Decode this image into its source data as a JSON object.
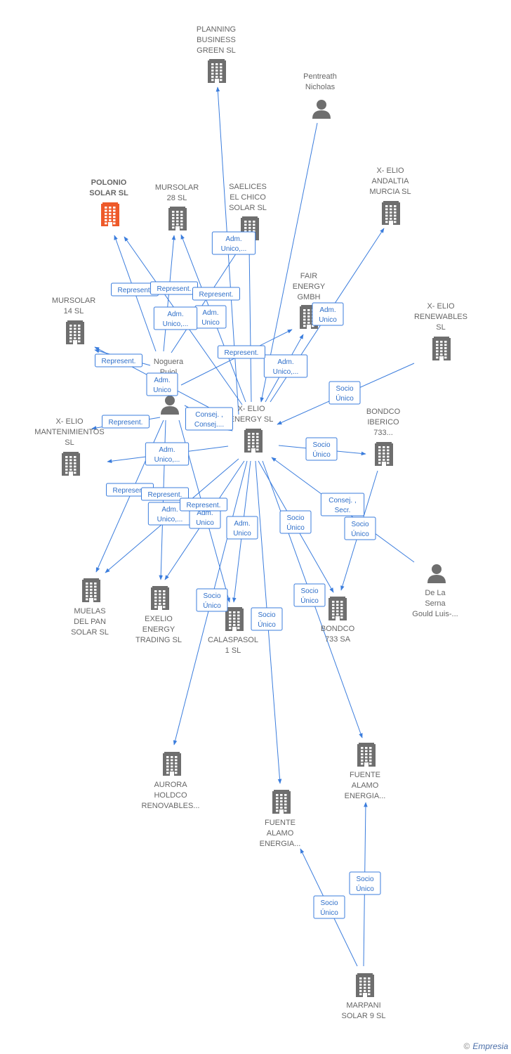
{
  "colors": {
    "edge": "#3b7ddd",
    "company": "#6e6e6e",
    "highlight": "#ee5a2a",
    "label": "#666666"
  },
  "brand": {
    "copyright": "©",
    "name": "Empresia"
  },
  "nodes": [
    {
      "id": "planning",
      "type": "company",
      "lines": [
        "PLANNING",
        "BUSINESS",
        "GREEN  SL"
      ]
    },
    {
      "id": "pentreath",
      "type": "person",
      "lines": [
        "Pentreath",
        "Nicholas"
      ]
    },
    {
      "id": "polonio",
      "type": "company",
      "highlight": true,
      "lines": [
        "POLONIO",
        "SOLAR  SL"
      ]
    },
    {
      "id": "mursolar28",
      "type": "company",
      "lines": [
        "MURSOLAR",
        "28 SL"
      ]
    },
    {
      "id": "saelices",
      "type": "company",
      "lines": [
        "SAELICES",
        "EL CHICO",
        "SOLAR SL"
      ]
    },
    {
      "id": "xelio_murcia",
      "type": "company",
      "lines": [
        "X- ELIO",
        "ANDALTIA",
        "MURCIA  SL"
      ]
    },
    {
      "id": "fair",
      "type": "company",
      "lines": [
        "FAIR",
        "ENERGY",
        "GMBH"
      ]
    },
    {
      "id": "mursolar14",
      "type": "company",
      "lines": [
        "MURSOLAR",
        "14 SL"
      ]
    },
    {
      "id": "xelio_renew",
      "type": "company",
      "lines": [
        "X- ELIO",
        "RENEWABLES",
        "SL"
      ]
    },
    {
      "id": "noguera",
      "type": "person",
      "lines": [
        "Noguera",
        "Pujol",
        "Luis"
      ]
    },
    {
      "id": "xelio_energy",
      "type": "company",
      "lines": [
        "X- ELIO",
        "ENERGY  SL"
      ]
    },
    {
      "id": "bondco_iberico",
      "type": "company",
      "lines": [
        "BONDCO",
        "IBERICO",
        "733..."
      ]
    },
    {
      "id": "xelio_mant",
      "type": "company",
      "lines": [
        "X- ELIO",
        "MANTENIMIENTOS",
        "SL"
      ]
    },
    {
      "id": "delaserna",
      "type": "person",
      "lines": [
        "De La",
        "Serna",
        "Gould Luis-..."
      ]
    },
    {
      "id": "muelas",
      "type": "company",
      "lines": [
        "MUELAS",
        "DEL PAN",
        "SOLAR SL"
      ]
    },
    {
      "id": "exelio",
      "type": "company",
      "lines": [
        "EXELIO",
        "ENERGY",
        "TRADING  SL"
      ]
    },
    {
      "id": "calaspasol",
      "type": "company",
      "lines": [
        "CALASPASOL",
        "1  SL"
      ]
    },
    {
      "id": "bondco733",
      "type": "company",
      "lines": [
        "BONDCO",
        "733 SA"
      ]
    },
    {
      "id": "aurora",
      "type": "company",
      "lines": [
        "AURORA",
        "HOLDCO",
        "RENOVABLES..."
      ]
    },
    {
      "id": "fuente_right",
      "type": "company",
      "lines": [
        "FUENTE",
        "ALAMO",
        "ENERGIA..."
      ]
    },
    {
      "id": "fuente_mid",
      "type": "company",
      "lines": [
        "FUENTE",
        "ALAMO",
        "ENERGIA..."
      ]
    },
    {
      "id": "marpani",
      "type": "company",
      "lines": [
        "MARPANI",
        "SOLAR 9  SL"
      ]
    }
  ],
  "edges": [
    {
      "from": "xelio_energy",
      "to": "planning",
      "label": []
    },
    {
      "from": "pentreath",
      "to": "xelio_energy",
      "label": [
        "Consejero"
      ]
    },
    {
      "from": "xelio_energy",
      "to": "xelio_murcia",
      "label": [
        "Adm.",
        "Unico"
      ]
    },
    {
      "from": "xelio_energy",
      "to": "fair",
      "label": [
        "Adm.",
        "Unico,..."
      ]
    },
    {
      "from": "xelio_energy",
      "to": "saelices",
      "label": [
        "Adm.",
        "Unico,..."
      ]
    },
    {
      "from": "xelio_energy",
      "to": "mursolar28",
      "label": [
        "Adm.",
        "Unico"
      ]
    },
    {
      "from": "xelio_energy",
      "to": "polonio",
      "label": [
        "Adm.",
        "Unico,..."
      ]
    },
    {
      "from": "noguera",
      "to": "polonio",
      "label": [
        "Represent."
      ]
    },
    {
      "from": "noguera",
      "to": "mursolar28",
      "label": [
        "Represent."
      ]
    },
    {
      "from": "noguera",
      "to": "saelices",
      "label": [
        "Represent."
      ]
    },
    {
      "from": "noguera",
      "to": "fair",
      "label": [
        "Represent."
      ]
    },
    {
      "from": "xelio_energy",
      "to": "mursolar14",
      "label": [
        "Adm.",
        "Unico"
      ]
    },
    {
      "from": "noguera",
      "to": "mursolar14",
      "label": [
        "Represent."
      ]
    },
    {
      "from": "xelio_renew",
      "to": "xelio_energy",
      "label": [
        "Socio",
        "Único"
      ]
    },
    {
      "from": "xelio_energy",
      "to": "bondco_iberico",
      "label": [
        "Socio",
        "Único"
      ]
    },
    {
      "from": "noguera",
      "to": "xelio_energy",
      "label": [
        "Consej. ,",
        "Consej...."
      ]
    },
    {
      "from": "xelio_energy",
      "to": "xelio_mant",
      "label": [
        "Adm.",
        "Unico,..."
      ]
    },
    {
      "from": "noguera",
      "to": "xelio_mant",
      "label": [
        "Represent."
      ]
    },
    {
      "from": "delaserna",
      "to": "xelio_energy",
      "label": [
        "Consej. ,",
        "Secr."
      ]
    },
    {
      "from": "bondco_iberico",
      "to": "bondco733",
      "label": [
        "Socio",
        "Único"
      ]
    },
    {
      "from": "xelio_energy",
      "to": "muelas",
      "label": [
        "Adm.",
        "Unico,..."
      ]
    },
    {
      "from": "noguera",
      "to": "muelas",
      "label": [
        "Represent."
      ]
    },
    {
      "from": "xelio_energy",
      "to": "exelio",
      "label": [
        "Adm.",
        "Unico"
      ]
    },
    {
      "from": "noguera",
      "to": "exelio",
      "label": [
        "Represent."
      ]
    },
    {
      "from": "xelio_energy",
      "to": "calaspasol",
      "label": [
        "Adm.",
        "Unico"
      ]
    },
    {
      "from": "noguera",
      "to": "calaspasol",
      "label": [
        "Represent."
      ]
    },
    {
      "from": "xelio_energy",
      "to": "bondco733",
      "label": [
        "Socio",
        "Único"
      ]
    },
    {
      "from": "xelio_energy",
      "to": "aurora",
      "label": [
        "Socio",
        "Único"
      ]
    },
    {
      "from": "xelio_energy",
      "to": "fuente_mid",
      "label": [
        "Socio",
        "Único"
      ]
    },
    {
      "from": "xelio_energy",
      "to": "fuente_right",
      "label": [
        "Socio",
        "Único"
      ]
    },
    {
      "from": "marpani",
      "to": "fuente_right",
      "label": [
        "Socio",
        "Único"
      ]
    },
    {
      "from": "marpani",
      "to": "fuente_mid",
      "label": [
        "Socio",
        "Único"
      ]
    }
  ]
}
